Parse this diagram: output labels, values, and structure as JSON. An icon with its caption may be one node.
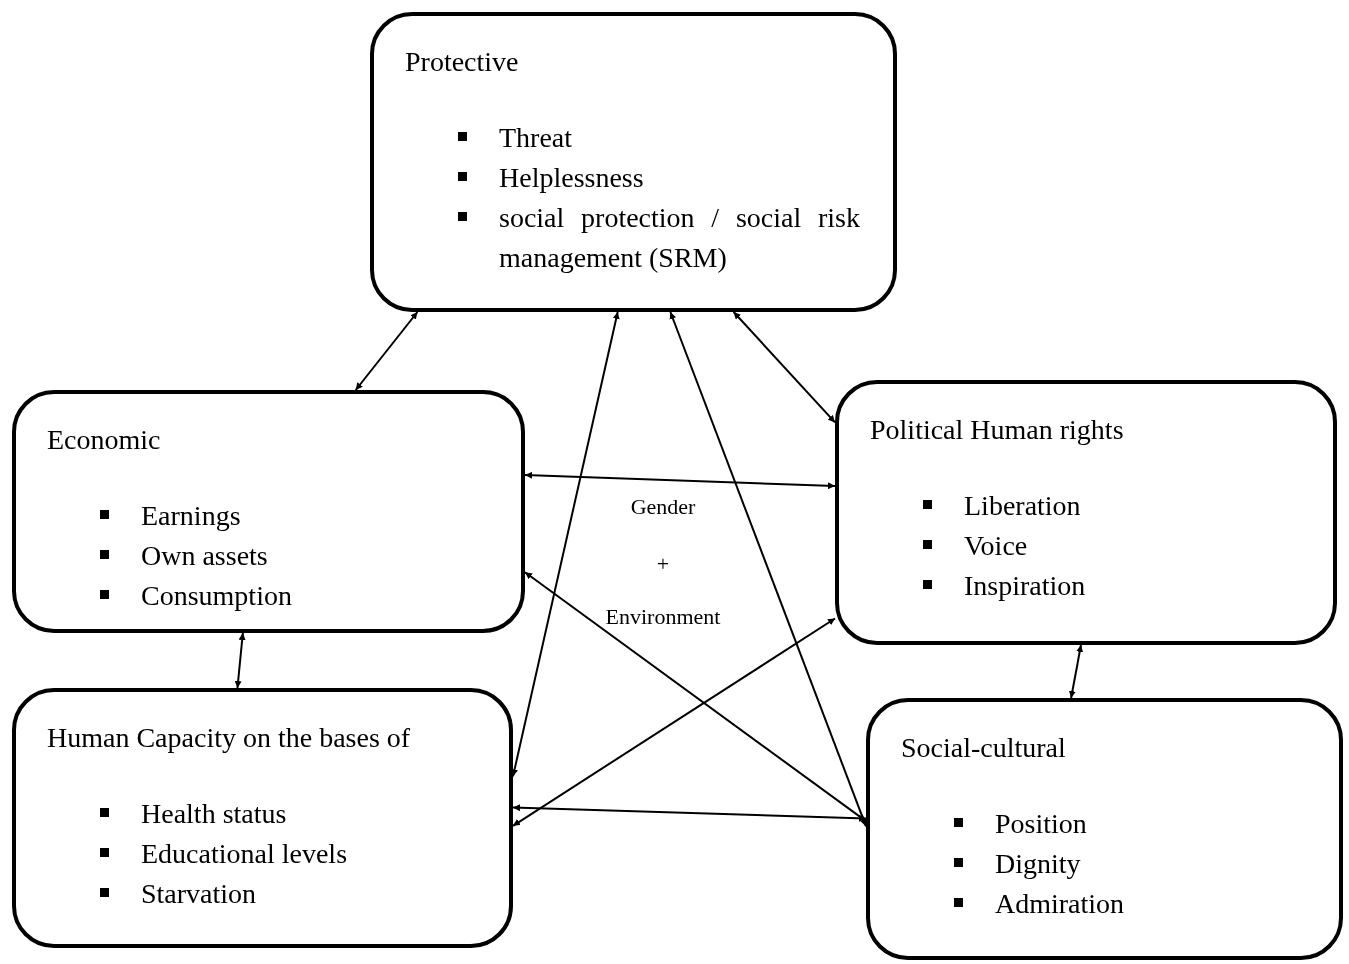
{
  "diagram": {
    "nodes": [
      {
        "text": [
          "Protective",
          "Threat",
          "Helplessness",
          "social protection / social risk management (SRM)"
        ]
      },
      {
        "text": [
          "Economic",
          "Earnings",
          "Own assets",
          "Consumption"
        ]
      },
      {
        "text": [
          "Political Human rights",
          "Liberation",
          "Voice",
          "Inspiration"
        ]
      },
      {
        "text": [
          "Human Capacity on the bases of",
          "Health status",
          "Educational levels",
          "Starvation"
        ]
      },
      {
        "text": [
          "Social-cultural",
          "Position",
          "Dignity",
          "Admiration"
        ]
      }
    ],
    "edges": [
      {
        "from": 0,
        "to": 1,
        "arrow": "both"
      },
      {
        "from": 0,
        "to": 2,
        "arrow": "both"
      },
      {
        "from": 1,
        "to": 2,
        "arrow": "both"
      },
      {
        "from": 1,
        "to": 3,
        "arrow": "both"
      },
      {
        "from": 2,
        "to": 4,
        "arrow": "both"
      },
      {
        "from": 0,
        "to": 3,
        "arrow": "both"
      },
      {
        "from": 0,
        "to": 4,
        "arrow": "both"
      },
      {
        "from": 1,
        "to": 4,
        "arrow": "both"
      },
      {
        "from": 2,
        "to": 3,
        "arrow": "both"
      },
      {
        "from": 3,
        "to": 4,
        "arrow": "both"
      }
    ],
    "labels": [
      "Gender",
      "+",
      "Environment"
    ]
  }
}
